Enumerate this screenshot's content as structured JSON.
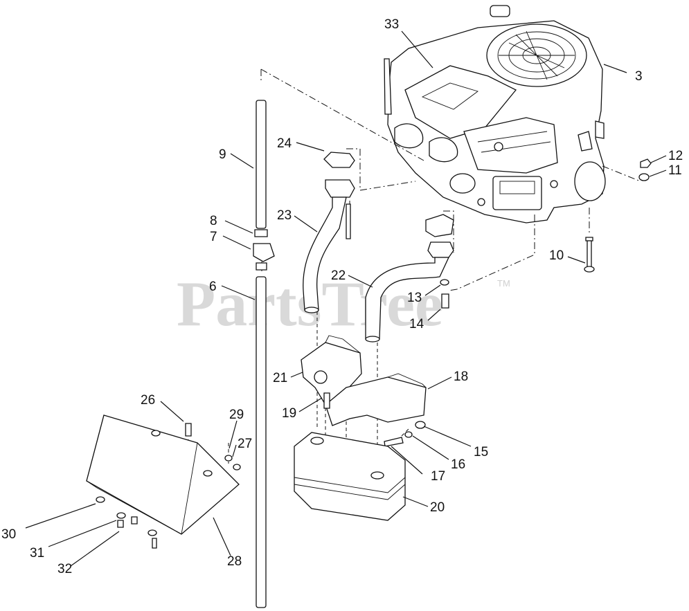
{
  "watermark": {
    "text": "PartsTree",
    "trademark": "TM"
  },
  "callouts": [
    "33",
    "3",
    "12",
    "11",
    "9",
    "24",
    "8",
    "7",
    "23",
    "22",
    "10",
    "6",
    "13",
    "14",
    "21",
    "18",
    "19",
    "26",
    "29",
    "27",
    "15",
    "16",
    "17",
    "20",
    "30",
    "31",
    "32",
    "28"
  ]
}
